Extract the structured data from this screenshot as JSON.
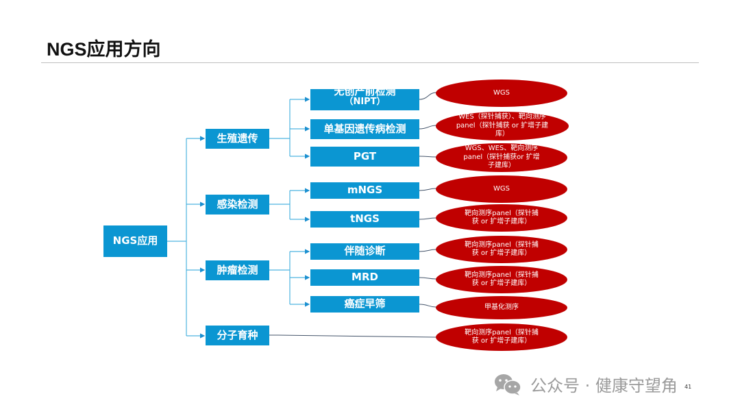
{
  "slide": {
    "title": "NGS应用方向",
    "page_number": "41"
  },
  "tree": {
    "root": {
      "label": "NGS应用"
    },
    "categories": [
      {
        "label": "生殖遗传"
      },
      {
        "label": "感染检测"
      },
      {
        "label": "肿瘤检测"
      },
      {
        "label": "分子育种"
      }
    ],
    "applications": [
      {
        "label": "无创产前检测（NIPT）",
        "line1": "无创产前检测",
        "line2": "（NIPT）",
        "method": "WGS"
      },
      {
        "label": "单基因遗传病检测",
        "method": "WES（探针捕获）、靶向测序panel（探针捕获 or 扩增子建库）"
      },
      {
        "label": "PGT",
        "method": "WGS、WES、靶向测序panel（探针捕获or 扩增子建库）"
      },
      {
        "label": "mNGS",
        "method": "WGS"
      },
      {
        "label": "tNGS",
        "method": "靶向测序panel（探针捕获 or 扩增子建库）"
      },
      {
        "label": "伴随诊断",
        "method": "靶向测序panel（探针捕获 or 扩增子建库）"
      },
      {
        "label": "MRD",
        "method": "靶向测序panel（探针捕获 or 扩增子建库）"
      },
      {
        "label": "癌症早筛",
        "method": "甲基化测序"
      }
    ],
    "breeding_method": "靶向测序panel（探针捕获 or 扩增子建库）"
  },
  "colors": {
    "box_blue": "#0b96d2",
    "ellipse_red": "#c00000",
    "connector_blue": "#4db3e0",
    "connector_dark": "#44546a"
  },
  "watermark": {
    "icon": "wechat-icon",
    "text": "公众号 · 健康守望角"
  }
}
